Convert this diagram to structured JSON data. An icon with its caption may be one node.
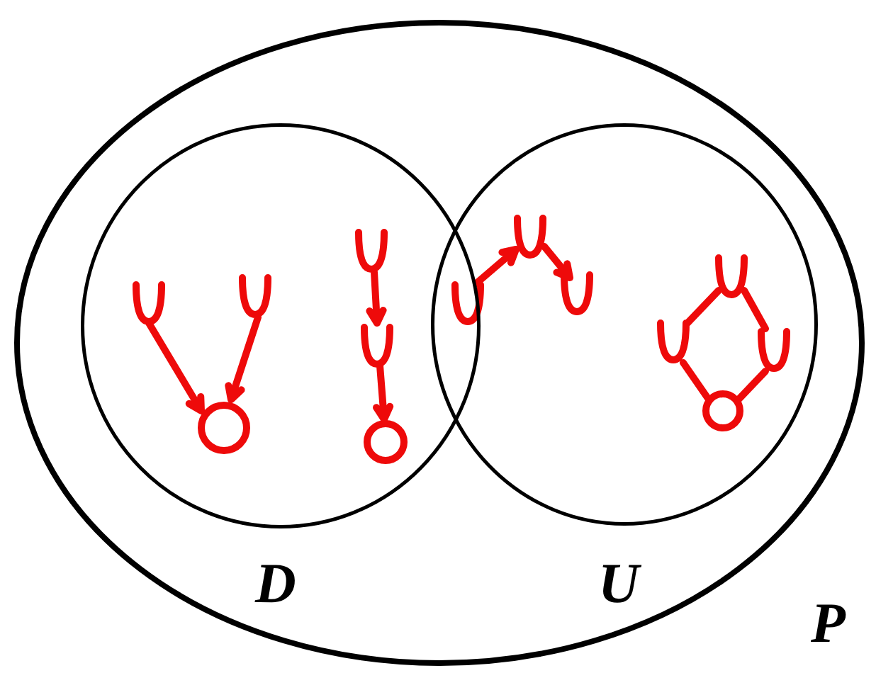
{
  "diagram": {
    "nodes": [
      {
        "text": [
          "P"
        ]
      },
      {
        "text": [
          "D"
        ],
        "in": 0
      },
      {
        "text": [
          "U"
        ],
        "in": 0
      }
    ]
  }
}
